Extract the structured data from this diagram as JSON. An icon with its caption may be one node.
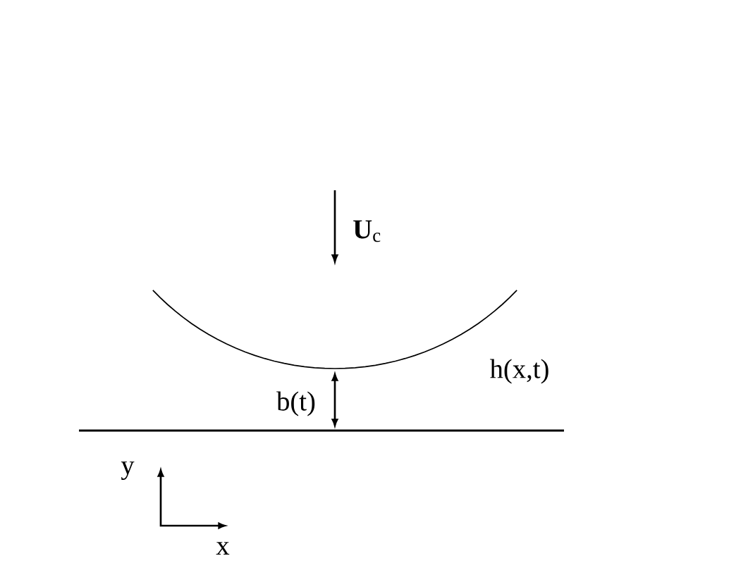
{
  "diagram": {
    "labels": [
      "**U**$_{c}$",
      "h(x,t)",
      "b(t)",
      "y",
      "x"
    ]
  }
}
